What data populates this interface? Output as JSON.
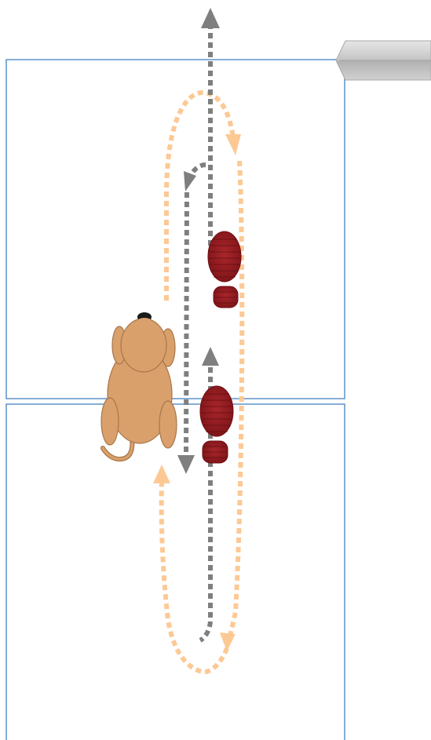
{
  "diagram": {
    "colors": {
      "background": "#ffffff",
      "panel_border": "#5b93c8",
      "person_path": "#7f7f7f",
      "dog_path": "#fcc995",
      "dog_body": "#d9a06c",
      "dog_outline": "#a8764a",
      "dog_nose": "#1a1a1a",
      "footprint": "#9b1a1f",
      "pointer_tab": "#c8c8c8"
    },
    "elements": {
      "top_panel": "floor-panel-top",
      "bottom_panel": "floor-panel-bottom",
      "dog": "dog-figure",
      "footprints": [
        "shoe-print-front",
        "shoe-print-back"
      ],
      "paths": [
        "person-walk-path",
        "dog-walk-path"
      ],
      "marker": "direction-tab"
    }
  }
}
